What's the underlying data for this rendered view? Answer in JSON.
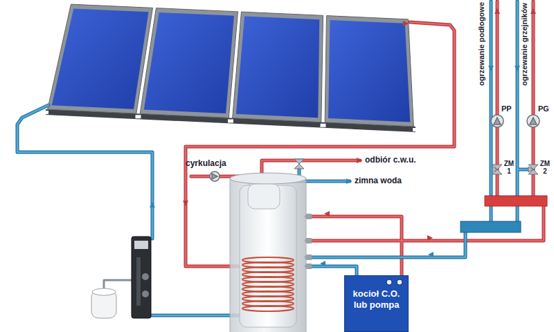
{
  "diagram": {
    "nodes": [
      {
        "text": [
          "kocioł C.O. lub pompa"
        ]
      }
    ],
    "labels": [
      "ogrzewanie podłogowe",
      "ogrzewanie grzejników",
      "PP",
      "PG",
      "ZM 1",
      "ZM 2",
      "cyrkulacja",
      "odbiór c.w.u.",
      "zimna woda"
    ]
  }
}
